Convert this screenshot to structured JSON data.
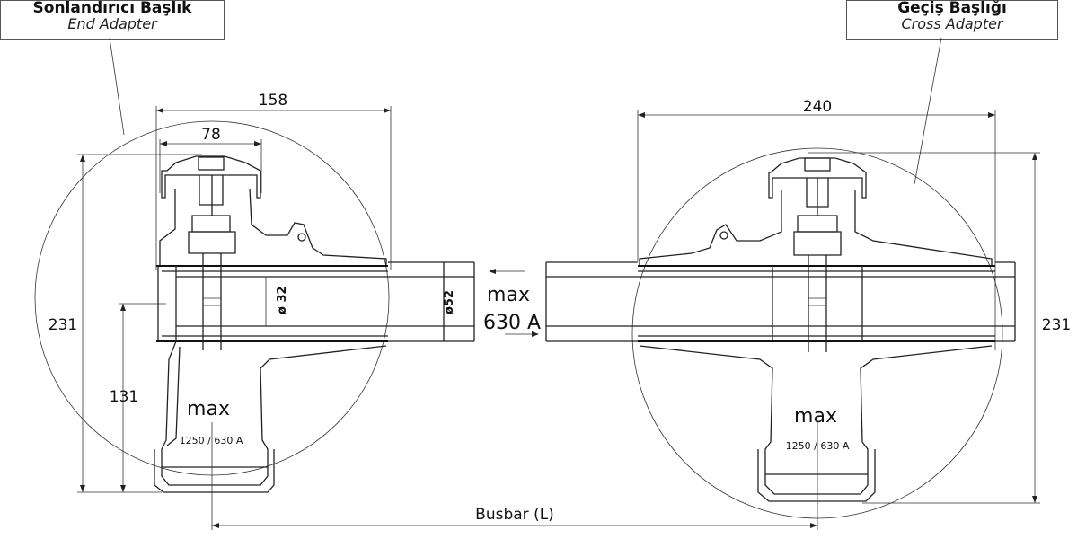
{
  "labels": {
    "end_adapter": {
      "tr": "Sonlandırıcı Başlık",
      "en": "End Adapter"
    },
    "cross_adapter": {
      "tr": "Geçiş Başlığı",
      "en": "Cross Adapter"
    }
  },
  "dimensions": {
    "left_width": "158",
    "left_inner_width": "78",
    "left_height": "231",
    "left_lower_height": "131",
    "bore_32": "ø 32",
    "bore_52": "ø52",
    "right_width": "240",
    "right_height": "231",
    "busbar": "Busbar (L)"
  },
  "ratings": {
    "center_max": "max",
    "center_current": "630 A",
    "left_max": "max",
    "left_current": "1250 / 630 A",
    "right_max": "max",
    "right_current": "1250 / 630 A"
  }
}
